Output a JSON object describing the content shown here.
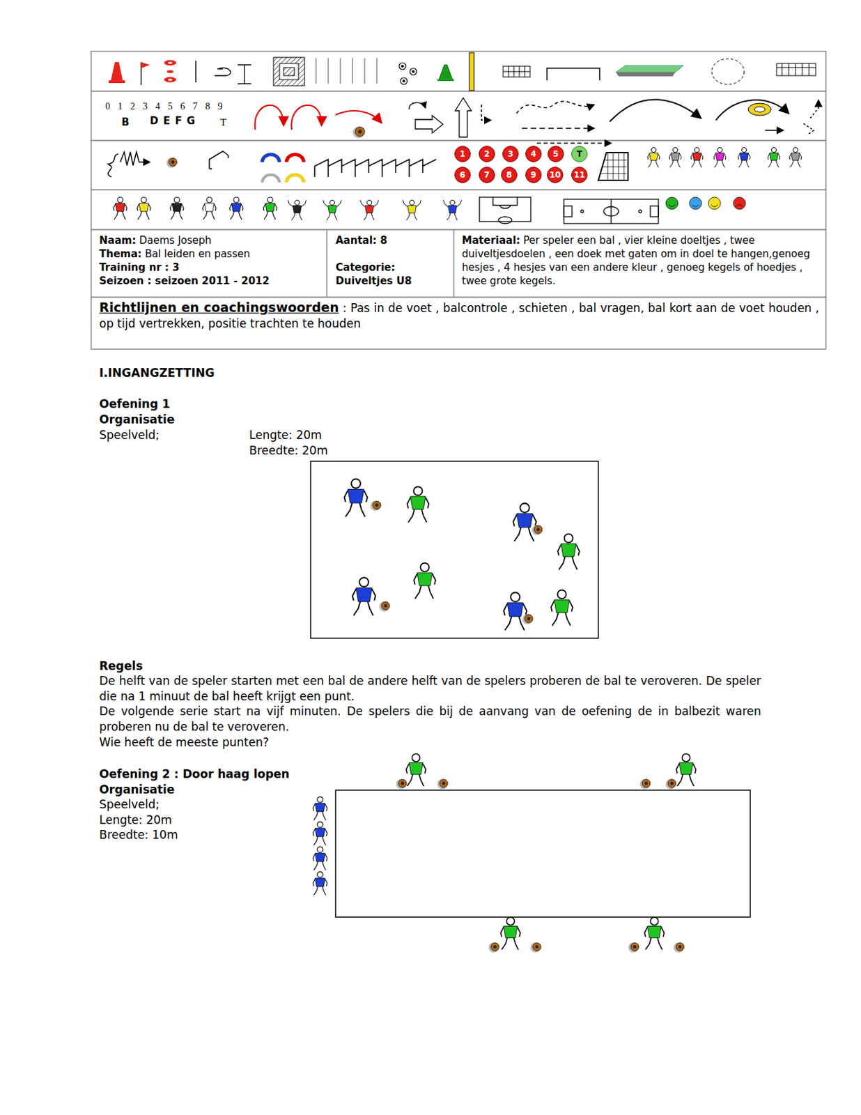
{
  "diagram": {
    "nodes": [
      {
        "text": [
          "Naam:",
          "Daems Joseph",
          "Thema:",
          "Bal leiden en passen",
          "Training nr : 3",
          "Seizoen : seizoen 2011 - 2012"
        ]
      },
      {
        "text": [
          "Aantal: 8",
          "Categorie:",
          "Duiveltjes U8"
        ]
      },
      {
        "text": [
          "Materiaal:",
          "Per speler een bal , vier kleine doeltjes , twee duiveltjesdoelen , een doek met gaten om in doel te hangen,genoeg hesjes , 4 hesjes van een andere kleur , genoeg kegels of hoedjes , twee grote kegels."
        ]
      },
      {
        "text": [
          "Richtlijnen en coachingswoorden",
          ": Pas in de voet , balcontrole , schieten , bal vragen, bal kort aan de voet houden , op tijd vertrekken, positie trachten te houden"
        ]
      },
      {
        "text": [
          "1"
        ]
      },
      {
        "text": [
          "2"
        ]
      },
      {
        "text": [
          "3"
        ]
      },
      {
        "text": [
          "4"
        ]
      },
      {
        "text": [
          "5"
        ]
      },
      {
        "text": [
          "T"
        ]
      },
      {
        "text": [
          "6"
        ]
      },
      {
        "text": [
          "7"
        ]
      },
      {
        "text": [
          "8"
        ]
      },
      {
        "text": [
          "9"
        ]
      },
      {
        "text": [
          "10"
        ]
      },
      {
        "text": [
          "11"
        ]
      }
    ],
    "labels": [
      "0 1 2 3 4 5 6 7 8 9",
      "B",
      "D E F G",
      "T",
      "I.INGANGZETTING",
      "Oefening 1",
      "Organisatie",
      "Speelveld;",
      "Lengte: 20m",
      "Breedte: 20m",
      "Regels",
      "De helft van de speler starten met een bal de andere helft van de spelers proberen de bal te veroveren. De speler die na 1 minuut de bal heeft krijgt een punt.",
      "De volgende serie start na vijf minuten. De spelers die bij de aanvang van de oefening de in balbezit waren proberen nu de bal te veroveren.",
      "Wie heeft de meeste punten?",
      "Oefening 2 : Door haag lopen",
      "Organisatie",
      "Speelveld;",
      "Lengte: 20m",
      "Breedte: 10m"
    ]
  }
}
